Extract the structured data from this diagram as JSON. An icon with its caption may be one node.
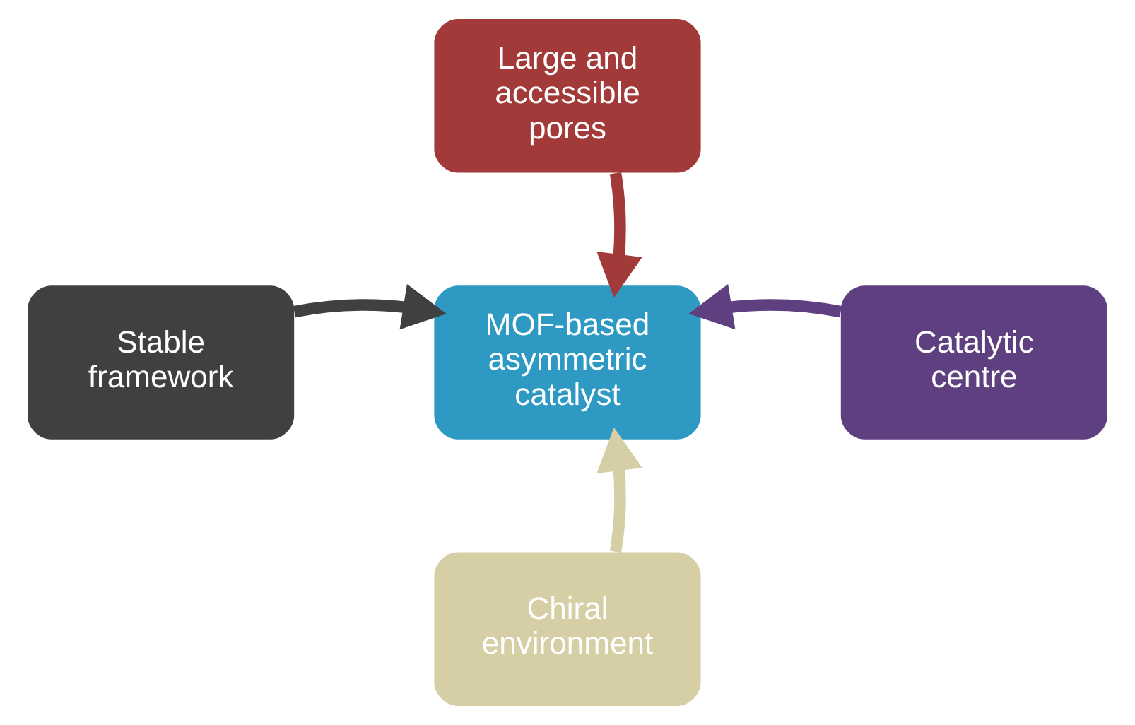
{
  "diagram": {
    "nodes": [
      {
        "text": [
          "Large and accessible pores"
        ]
      },
      {
        "text": [
          "Stable framework"
        ]
      },
      {
        "text": [
          "MOF-based asymmetric catalyst"
        ]
      },
      {
        "text": [
          "Catalytic centre"
        ]
      },
      {
        "text": [
          "Chiral environment"
        ]
      }
    ],
    "edges": [
      {
        "from": 0,
        "to": 2,
        "arrow": "to",
        "color": "#a33a3a"
      },
      {
        "from": 1,
        "to": 2,
        "arrow": "to",
        "color": "#404040"
      },
      {
        "from": 3,
        "to": 2,
        "arrow": "to",
        "color": "#5e3f80"
      },
      {
        "from": 4,
        "to": 2,
        "arrow": "to",
        "color": "#d6cfa6"
      }
    ]
  }
}
